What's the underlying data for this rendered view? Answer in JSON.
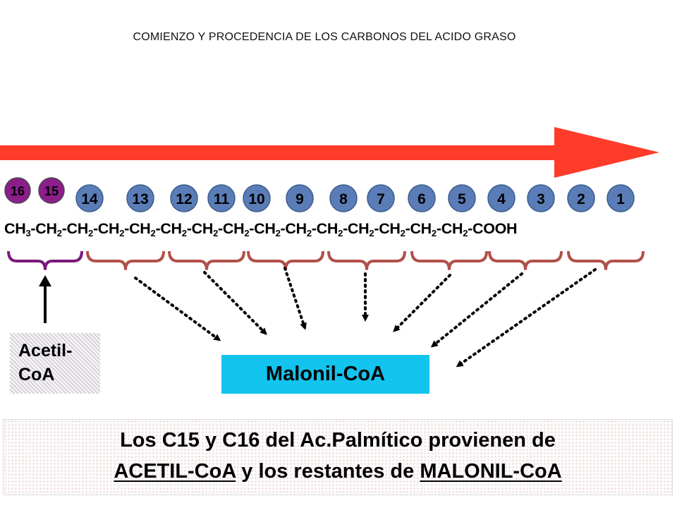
{
  "title": "COMIENZO Y PROCEDENCIA DE LOS CARBONOS DEL ACIDO GRASO",
  "acetil_labels": [
    "16",
    "15"
  ],
  "malonil_labels": [
    "14",
    "13",
    "12",
    "11",
    "10",
    "9",
    "8",
    "7",
    "6",
    "5",
    "4",
    "3",
    "2",
    "1"
  ],
  "chain": {
    "first": "CH",
    "first_sub": "3",
    "repeat_group": "-CH",
    "repeat_sub": "2",
    "repeat_count": 14,
    "terminal": "-COOH"
  },
  "acetil_box": {
    "line1": "Acetil-",
    "line2": "CoA"
  },
  "malonil_box": {
    "label": "Malonil-CoA"
  },
  "note": {
    "part1": "Los C15 y C16 del Ac.Palmítico provienen de",
    "underline1": "ACETIL-CoA",
    "part2": " y los restantes de ",
    "underline2": "MALONIL-CoA"
  },
  "colors": {
    "arrow": "#ff3b2a",
    "acetil_circle": "#8b1e8b",
    "malonil_circle": "#5a7db8",
    "acetil_brace": "#7a1a7a",
    "malonil_brace": "#b0504a",
    "malonil_box": "#12c4ee"
  }
}
